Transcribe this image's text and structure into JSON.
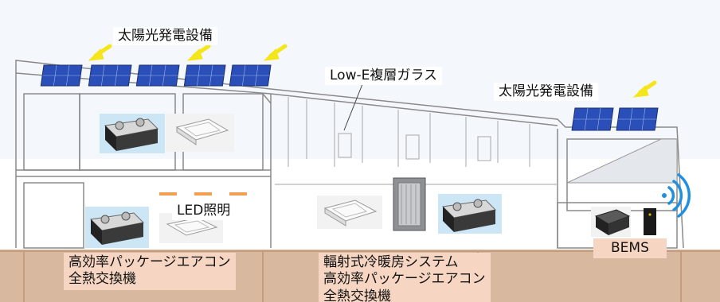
{
  "labels": {
    "solar_left": "太陽光発電設備",
    "solar_right": "太陽光発電設備",
    "glass": "Low-E複層ガラス",
    "led": "LED照明",
    "bems": "BEMS",
    "left_box": [
      "高効率パッケージエアコン",
      "全熱交換機"
    ],
    "center_box": [
      "輻射式冷暖房システム",
      "高効率パッケージエアコン",
      "全熱交換機"
    ]
  },
  "colors": {
    "arrow": "#f5e61a",
    "solar_panel": "#2a4fb8",
    "ground": "#d9b8a0",
    "label_box": "#f6d6c2",
    "wifi": "#1f8fe0",
    "led_light": "#f0a050"
  }
}
